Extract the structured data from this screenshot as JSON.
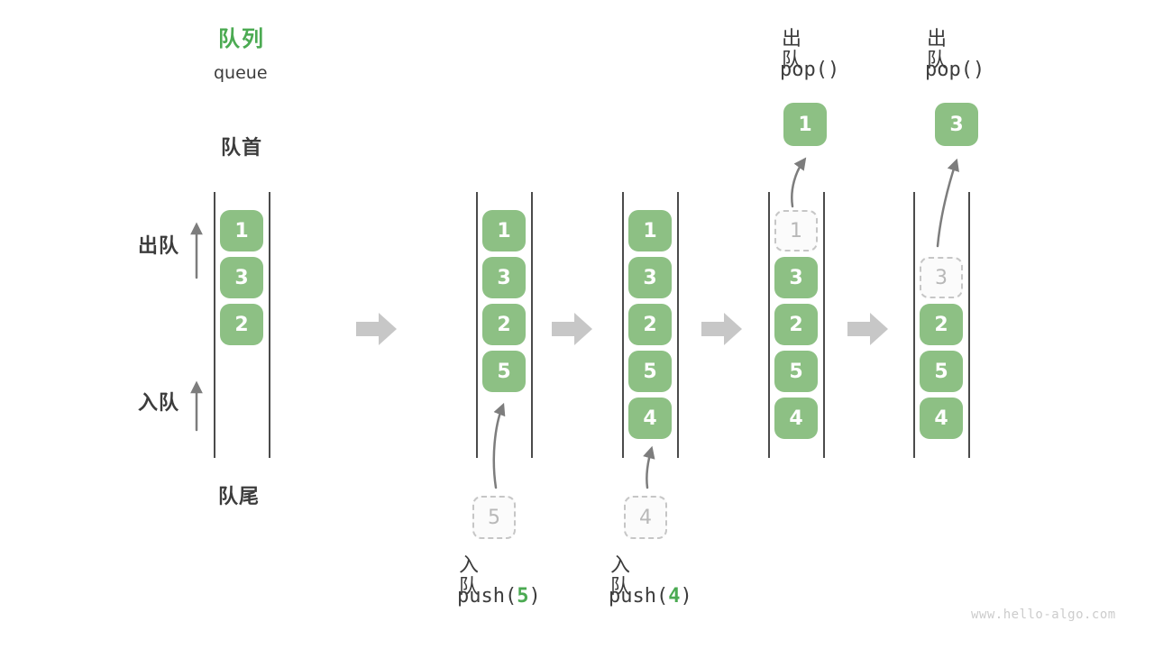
{
  "header": {
    "title_zh": "队列",
    "title_en": "queue"
  },
  "labels": {
    "front": "队首",
    "rear": "队尾",
    "dequeue": "出队",
    "enqueue": "入队"
  },
  "footer": {
    "watermark": "www.hello-algo.com"
  },
  "colors": {
    "accent_green": "#4baa52",
    "box_green": "#8dc084",
    "text_dark": "#3c3c3c",
    "arrow_gray": "#7d7d7d",
    "block_arrow_gray": "#c7c7c7",
    "dashed_gray": "#c6c6c6",
    "dashed_text": "#b8b8b8",
    "rail_dark": "#4b4b4b",
    "watermark_gray": "#cccccc"
  },
  "states": [
    {
      "name": "queue-state-1",
      "boxes": [
        {
          "value": "1",
          "slot": 0,
          "style": "solid"
        },
        {
          "value": "3",
          "slot": 1,
          "style": "solid"
        },
        {
          "value": "2",
          "slot": 2,
          "style": "solid"
        }
      ]
    },
    {
      "name": "queue-state-2",
      "boxes": [
        {
          "value": "1",
          "slot": 0,
          "style": "solid"
        },
        {
          "value": "3",
          "slot": 1,
          "style": "solid"
        },
        {
          "value": "2",
          "slot": 2,
          "style": "solid"
        },
        {
          "value": "5",
          "slot": 3,
          "style": "solid"
        }
      ],
      "pending_value": "5",
      "op": {
        "position": "bottom",
        "action": "入队",
        "code_parts": [
          {
            "text": "push(",
            "accent": false
          },
          {
            "text": "5",
            "accent": true
          },
          {
            "text": ")",
            "accent": false
          }
        ]
      }
    },
    {
      "name": "queue-state-3",
      "boxes": [
        {
          "value": "1",
          "slot": 0,
          "style": "solid"
        },
        {
          "value": "3",
          "slot": 1,
          "style": "solid"
        },
        {
          "value": "2",
          "slot": 2,
          "style": "solid"
        },
        {
          "value": "5",
          "slot": 3,
          "style": "solid"
        },
        {
          "value": "4",
          "slot": 4,
          "style": "solid"
        }
      ],
      "pending_value": "4",
      "op": {
        "position": "bottom",
        "action": "入队",
        "code_parts": [
          {
            "text": "push(",
            "accent": false
          },
          {
            "text": "4",
            "accent": true
          },
          {
            "text": ")",
            "accent": false
          }
        ]
      }
    },
    {
      "name": "queue-state-4",
      "boxes": [
        {
          "value": "1",
          "slot": 0,
          "style": "dashed"
        },
        {
          "value": "3",
          "slot": 1,
          "style": "solid"
        },
        {
          "value": "2",
          "slot": 2,
          "style": "solid"
        },
        {
          "value": "5",
          "slot": 3,
          "style": "solid"
        },
        {
          "value": "4",
          "slot": 4,
          "style": "solid"
        }
      ],
      "popped_value": "1",
      "op": {
        "position": "top",
        "action": "出队",
        "code_parts": [
          {
            "text": "pop()",
            "accent": false
          }
        ]
      }
    },
    {
      "name": "queue-state-5",
      "boxes": [
        {
          "value": "3",
          "slot": 1,
          "style": "dashed"
        },
        {
          "value": "2",
          "slot": 2,
          "style": "solid"
        },
        {
          "value": "5",
          "slot": 3,
          "style": "solid"
        },
        {
          "value": "4",
          "slot": 4,
          "style": "solid"
        }
      ],
      "popped_value": "3",
      "op": {
        "position": "top",
        "action": "出队",
        "code_parts": [
          {
            "text": "pop()",
            "accent": false
          }
        ]
      }
    }
  ]
}
